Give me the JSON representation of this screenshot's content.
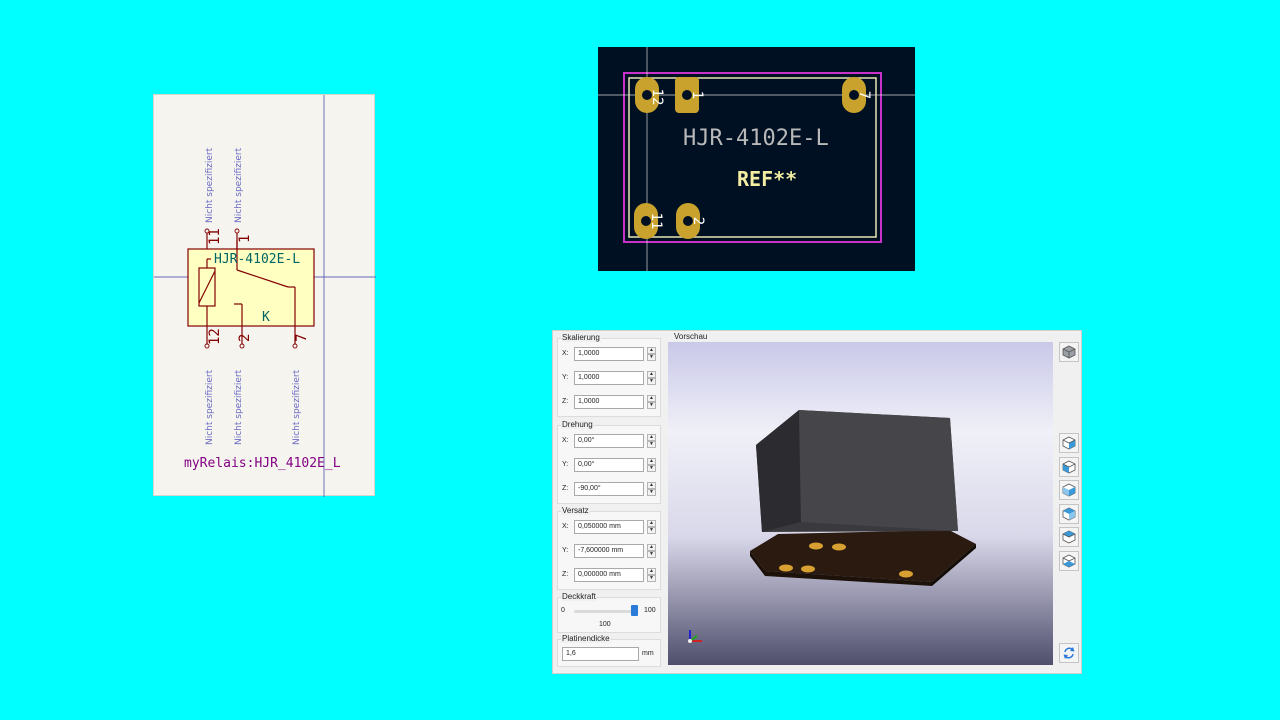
{
  "schematic": {
    "value": "HJR-4102E-L",
    "reference": "K",
    "library_id": "myRelais:HJR_4102E_L",
    "pins": {
      "top_left": {
        "number": "11",
        "type": "Nicht spezifiziert"
      },
      "top_right": {
        "number": "1",
        "type": "Nicht spezifiziert"
      },
      "bottom_1": {
        "number": "12",
        "type": "Nicht spezifiziert"
      },
      "bottom_2": {
        "number": "2",
        "type": "Nicht spezifiziert"
      },
      "bottom_3": {
        "number": "7",
        "type": "Nicht spezifiziert"
      }
    }
  },
  "footprint": {
    "value": "HJR-4102E-L",
    "reference": "REF**",
    "pads": {
      "p12": "12",
      "p1": "1",
      "p7": "7",
      "p11": "11",
      "p2": "2"
    }
  },
  "dialog": {
    "scaling": {
      "title": "Skalierung",
      "x_label": "X:",
      "x": "1,0000",
      "y_label": "Y:",
      "y": "1,0000",
      "z_label": "Z:",
      "z": "1,0000"
    },
    "rotation": {
      "title": "Drehung",
      "x_label": "X:",
      "x": "0,00°",
      "y_label": "Y:",
      "y": "0,00°",
      "z_label": "Z:",
      "z": "-90,00°"
    },
    "offset": {
      "title": "Versatz",
      "x_label": "X:",
      "x": "0,050000 mm",
      "y_label": "Y:",
      "y": "-7,600000 mm",
      "z_label": "Z:",
      "z": "0,000000 mm"
    },
    "opacity": {
      "title": "Deckkraft",
      "min": "0",
      "max": "100",
      "value": "100",
      "level": 1.0
    },
    "board_thickness": {
      "title": "Platinendicke",
      "value": "1,6",
      "unit": "mm"
    },
    "preview_label": "Vorschau",
    "view_buttons": [
      "view-iso-icon",
      "view-front-icon",
      "view-back-icon",
      "view-left-icon",
      "view-right-icon",
      "view-top-icon",
      "view-bottom-icon",
      "reload-icon"
    ]
  },
  "colors": {
    "background": "#00ffff",
    "schematic_body": "#ffffc2",
    "schematic_line": "#840000",
    "pcb_background": "#001023",
    "pad": "#c8a22c",
    "courtyard": "#c832c8",
    "silkscreen_value": "#b9b9b9",
    "silkscreen_ref": "#f2eda1"
  }
}
